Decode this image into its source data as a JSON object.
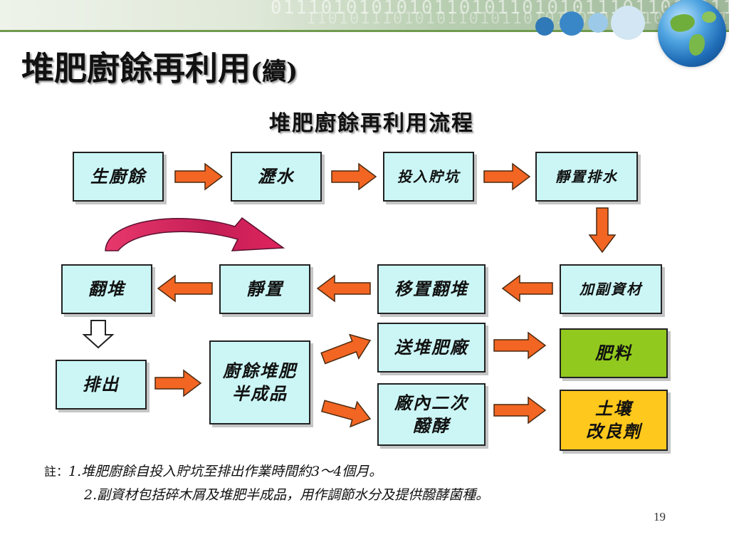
{
  "slide": {
    "title_main": "堆肥廚餘再利用",
    "title_cont": "(續)",
    "flow_title": "堆肥廚餘再利用流程",
    "page_number": "19"
  },
  "header": {
    "binary_text": "0111010101010110101101010111011010011101",
    "binary_text2": "1101011101010110101101011010101101010110"
  },
  "boxes": {
    "kitchen_waste": "生廚餘",
    "drain_water": "瀝水",
    "put_into_pit": "投入貯坑",
    "rest_drain": "靜置排水",
    "add_auxiliary": "加副資材",
    "move_turn": "移置翻堆",
    "rest": "靜置",
    "turn_pile": "翻堆",
    "discharge": "排出",
    "semi_product": "廚餘堆肥\n半成品",
    "send_to_plant": "送堆肥廠",
    "in_plant_ferment": "廠內二次\n醱酵",
    "fertilizer": "肥料",
    "soil_conditioner": "土壤\n改良劑"
  },
  "notes": {
    "prefix": "註：",
    "note1": "1.堆肥廚餘自投入貯坑至排出作業時間約3～4個月。",
    "note2": "2.副資材包括碎木屑及堆肥半成品，用作調節水分及提供醱酵菌種。"
  },
  "colors": {
    "box_fill": "#ccf6f6",
    "fertilizer_fill": "#92c91e",
    "soil_fill": "#ffc81c",
    "arrow_fill": "#f26522",
    "curve_arrow": "#e0245e",
    "header_rule": "#6f9a4d"
  }
}
